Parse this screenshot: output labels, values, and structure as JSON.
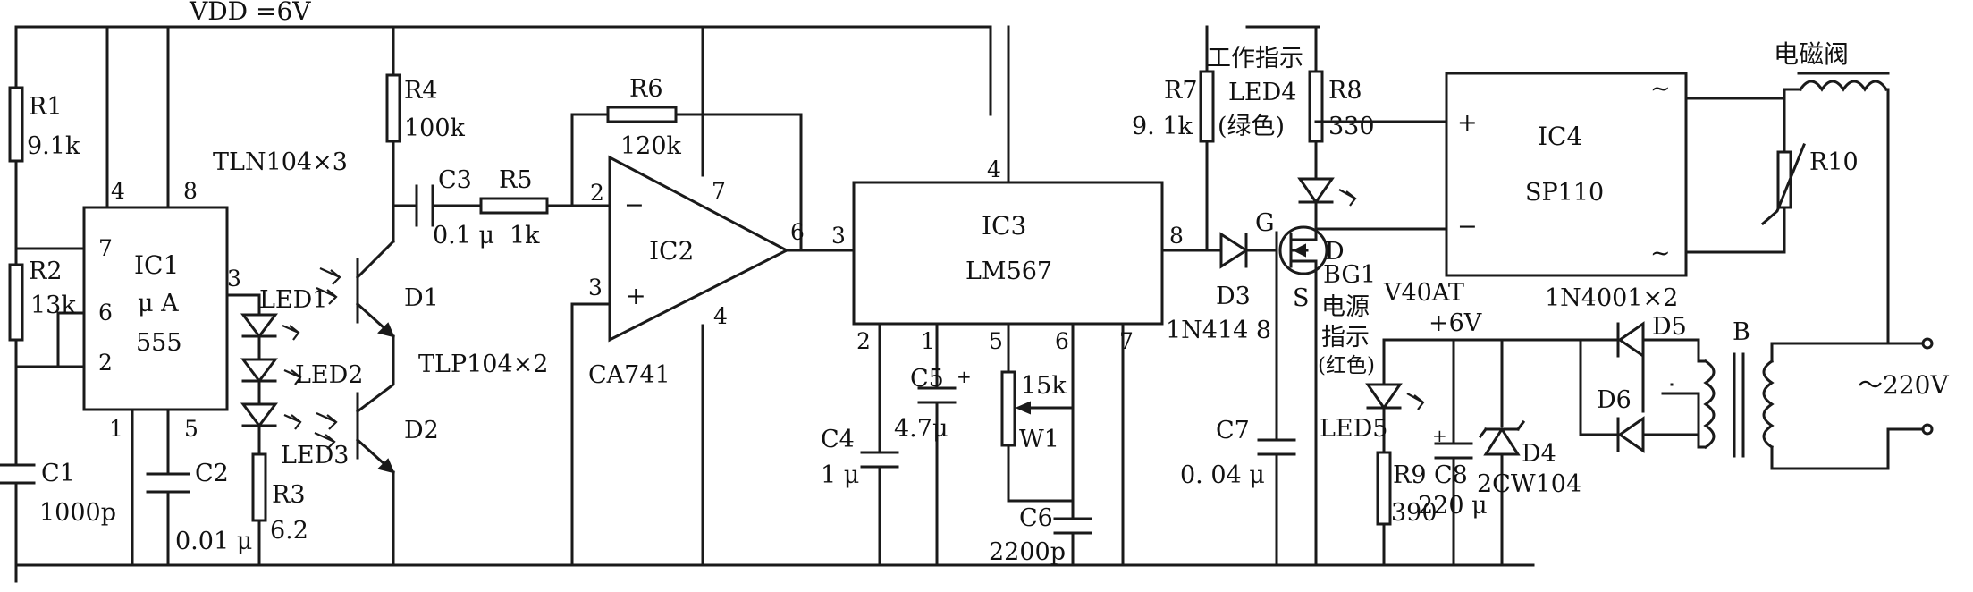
{
  "supply": "VDD =6V",
  "r1": {
    "ref": "R1",
    "val": "9.1k"
  },
  "r2": {
    "ref": "R2",
    "val": "13k"
  },
  "c1": {
    "ref": "C1",
    "val": "1000p"
  },
  "ic1": {
    "ref": "IC1",
    "type1": "μ A",
    "type2": "555"
  },
  "ic1_pins": {
    "p4": "4",
    "p8": "8",
    "p7": "7",
    "p6": "6",
    "p2": "2",
    "p3": "3",
    "p1": "1",
    "p5": "5"
  },
  "c2": {
    "ref": "C2",
    "val": "0.01 μ"
  },
  "leds": {
    "l1": "LED1",
    "l2": "LED2",
    "l3": "LED3"
  },
  "r3": {
    "ref": "R3",
    "val": "6.2"
  },
  "tln": "TLN104×3",
  "tlp": "TLP104×2",
  "d1": "D1",
  "d2": "D2",
  "r4": {
    "ref": "R4",
    "val": "100k"
  },
  "c3": {
    "ref": "C3",
    "val": "0.1 μ"
  },
  "r5": {
    "ref": "R5",
    "val": "1k"
  },
  "r6": {
    "ref": "R6",
    "val": "120k"
  },
  "ic2": {
    "ref": "IC2",
    "type": "CA741"
  },
  "ic2_pins": {
    "p2": "2",
    "p3": "3",
    "p7": "7",
    "p6": "6",
    "p4": "4",
    "minus": "−",
    "plus": "+"
  },
  "ic3": {
    "ref": "IC3",
    "type": "LM567"
  },
  "ic3_pins": {
    "p4": "4",
    "p3": "3",
    "p8": "8",
    "p2": "2",
    "p1": "1",
    "p5": "5",
    "p6": "6",
    "p7": "7"
  },
  "c4": {
    "ref": "C4",
    "val": "1 μ"
  },
  "c5": {
    "ref": "C5",
    "val": "4.7μ"
  },
  "w1": {
    "ref": "W1",
    "val": "15k"
  },
  "c6": {
    "ref": "C6",
    "val": "2200p"
  },
  "r7": {
    "ref": "R7",
    "val": "9. 1k"
  },
  "led4": {
    "title": "工作指示",
    "ref": "LED4",
    "color": "(绿色)"
  },
  "r8": {
    "ref": "R8",
    "val": "330"
  },
  "d3": {
    "ref": "D3",
    "val": "1N414 8"
  },
  "bg1": {
    "g": "G",
    "d": "D",
    "s": "S",
    "ref": "BG1",
    "type": "V40AT"
  },
  "c7": {
    "ref": "C7",
    "val": "0. 04 μ"
  },
  "led5": {
    "title1": "电源",
    "title2": "指示",
    "color": "(红色)",
    "ref": "LED5"
  },
  "r9": {
    "ref": "R9",
    "val": "390"
  },
  "plus6v": "+6V",
  "c8": {
    "ref": "C8",
    "val": "220 μ"
  },
  "d4": {
    "ref": "D4",
    "val": "2CW104"
  },
  "ic4": {
    "ref": "IC4",
    "type": "SP110",
    "plus": "+",
    "minus": "−",
    "ac1": "~",
    "ac2": "~"
  },
  "valve": "电磁阀",
  "r10": "R10",
  "diodes": {
    "part": "1N4001×2",
    "d5": "D5",
    "d6": "D6"
  },
  "transformer": "B",
  "mains": "～220V"
}
